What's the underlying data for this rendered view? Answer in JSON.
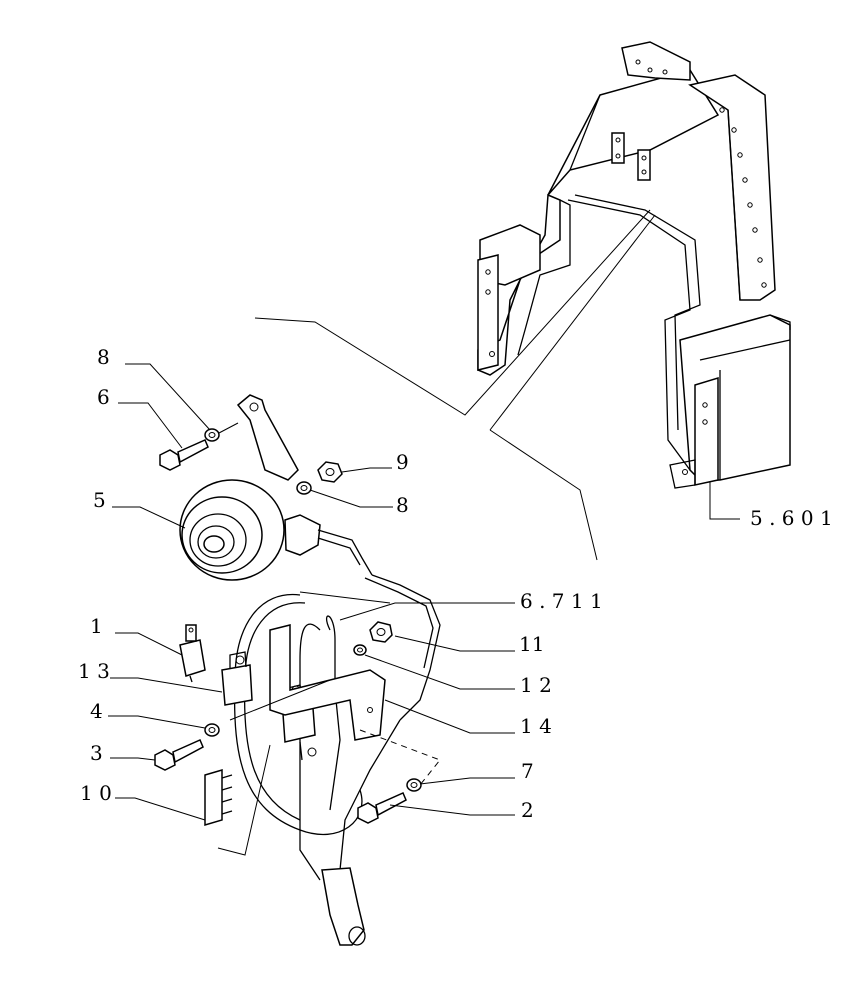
{
  "callouts": {
    "c1": "1",
    "c2": "2",
    "c3": "3",
    "c4": "4",
    "c5": "5",
    "c6": "6",
    "c7": "7",
    "c8a": "8",
    "c8b": "8",
    "c9": "9",
    "c10": "1 0",
    "c11": "11",
    "c12": "1 2",
    "c13": "1 3",
    "c14": "1 4",
    "ref_5601": "5 . 6 0 1",
    "ref_6711": "6 . 7 1 1"
  }
}
